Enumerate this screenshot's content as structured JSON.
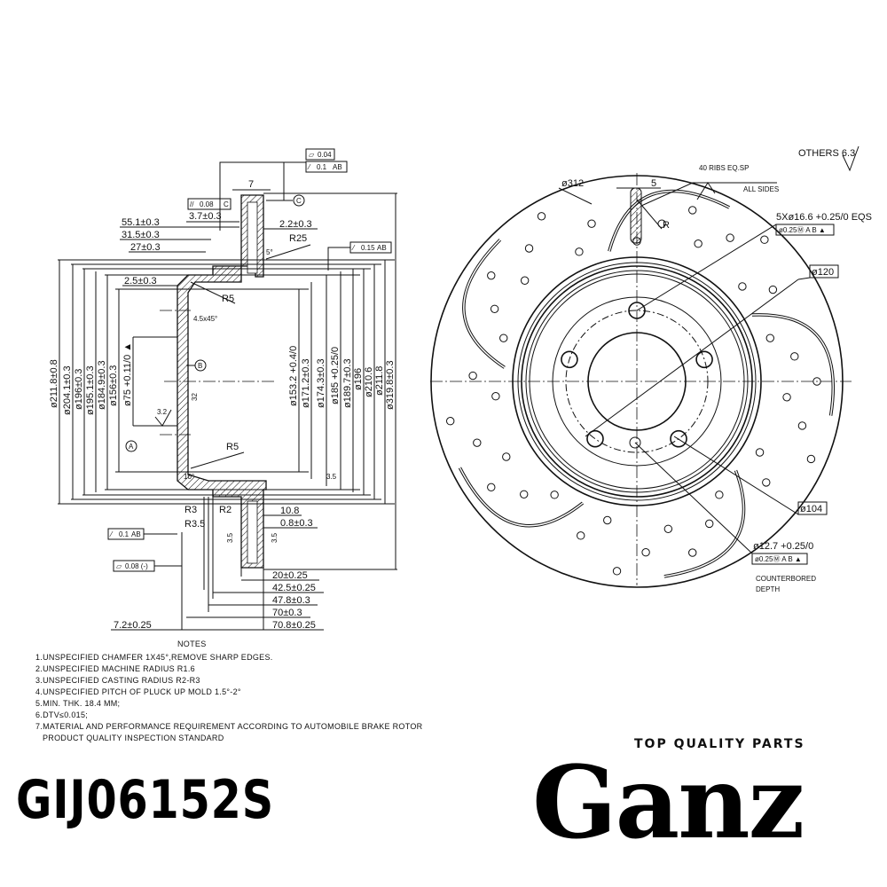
{
  "section": {
    "gdt_flatness": "0.04",
    "gdt_runout": "0.1",
    "gdt_runout_ref": "AB",
    "gdt_parallel": "0.08",
    "gdt_parallel_ref": "C",
    "datum_c": "C",
    "datum_b": "B",
    "datum_a": "A",
    "width_7": "7",
    "dim_3_7": "3.7±0.3",
    "dim_55_1": "55.1±0.3",
    "dim_31_5": "31.5±0.3",
    "dim_27": "27±0.3",
    "dim_2_2": "2.2±0.3",
    "r25": "R25",
    "angle_5": "5°",
    "gdt_runout2": "0.15",
    "gdt_runout2_ref": "AB",
    "dim_2_5": "2.5±0.3",
    "r5_top": "R5",
    "chamfer": "4.5x45°",
    "r5_bottom": "R5",
    "angle_10": "10°",
    "rough_32": "32",
    "rough_3_2": "3.2",
    "rough_35a": "3.5",
    "rough_35b": "3.5",
    "rough_35c": "3.5",
    "r3": "R3",
    "r3_5": "R3.5",
    "r2": "R2",
    "dim_10_8": "10.8",
    "dim_0_8": "0.8±0.3",
    "gdt_runout3": "0.1",
    "gdt_runout3_ref": "AB",
    "gdt_flat2": "0.08 (-)",
    "dim_20": "20±0.25",
    "dim_42_5": "42.5±0.25",
    "dim_47_8": "47.8±0.3",
    "dim_70": "70±0.3",
    "dim_70_8": "70.8±0.25",
    "dim_7_2": "7.2±0.25",
    "left_diameters": [
      "ø211.8±0.8",
      "ø204.1±0.3",
      "ø196±0.3",
      "ø195.1±0.3",
      "ø184.9±0.3",
      "ø156±0.3",
      "ø75 +0.11/0 ▲"
    ],
    "right_diameters": [
      "ø153.2 +0.4/0",
      "ø171.2±0.3",
      "ø174.3±0.3",
      "ø185 +0.25/0",
      "ø189.7±0.3",
      "ø196",
      "ø210.6",
      "ø211.8",
      "ø319.8±0.3"
    ]
  },
  "front_view": {
    "others_roughness": "OTHERS 6.3",
    "ribs": "40 RIBS EQ.SP",
    "all_sides": "ALL SIDES",
    "dia_312": "ø312",
    "width_5": "5",
    "r_label": "R",
    "bolt_holes": "5Xø16.6 +0.25/0 EQS",
    "bolt_gdt": "ø0.25Ⓜ A B ▲",
    "dia_120": "ø120",
    "dia_104": "ø104",
    "small_hole": "ø12.7 +0.25/0",
    "small_gdt": "ø0.25Ⓜ A B ▲",
    "counterbored": "COUNTERBORED",
    "depth": "DEPTH"
  },
  "notes": {
    "title": "NOTES",
    "items": [
      "1.UNSPECIFIED CHAMFER 1X45°,REMOVE SHARP EDGES.",
      "2.UNSPECIFIED MACHINE RADIUS R1.6",
      "3.UNSPECIFIED CASTING RADIUS R2-R3",
      "4.UNSPECIFIED PITCH OF PLUCK UP MOLD 1.5°-2°",
      "5.MIN. THK. 18.4 MM;",
      "6.DTV≤0.015;",
      "7.MATERIAL AND PERFORMANCE REQUIREMENT ACCORDING TO AUTOMOBILE BRAKE ROTOR",
      "PRODUCT QUALITY INSPECTION STANDARD"
    ]
  },
  "part_number": "GIJ06152S",
  "brand": {
    "name": "Ganz",
    "tagline": "TOP QUALITY PARTS"
  }
}
